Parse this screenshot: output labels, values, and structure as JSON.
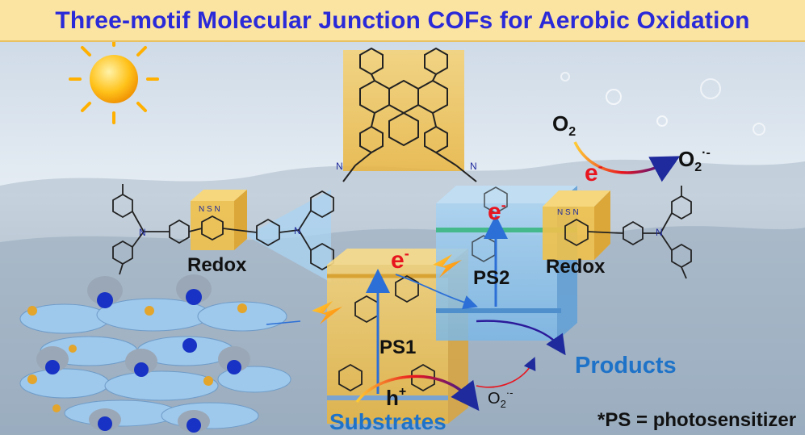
{
  "title": "Three-motif Molecular Junction COFs for Aerobic Oxidation",
  "labels": {
    "redox_left": "Redox",
    "redox_right": "Redox",
    "ps1": "PS1",
    "ps2": "PS2",
    "e_ps1": "e",
    "e_ps2": "e",
    "e_o2": "e",
    "electron_sup": "-",
    "hole": "h",
    "hole_sup": "+",
    "o2": "O",
    "o2_sub": "2",
    "superoxide_top": "O",
    "superoxide_top_sub": "2",
    "superoxide_top_sup": "·-",
    "superoxide_bottom": "O",
    "superoxide_bottom_sub": "2",
    "superoxide_bottom_sup": "·-",
    "products": "Products",
    "substrates": "Substrates",
    "footnote": "*PS = photosensitizer",
    "imine_n": "N",
    "amine_n": "N",
    "thiadiazole": "N S N"
  },
  "colors": {
    "title_text": "#2b2ad8",
    "title_bg": "#fbe3a2",
    "electron": "#e8141e",
    "products": "#1e73c8",
    "substrates": "#1e73c8",
    "yellow_box": "#f2c54b",
    "blue_box": "#8cc4ee",
    "bonds": "#222222"
  }
}
